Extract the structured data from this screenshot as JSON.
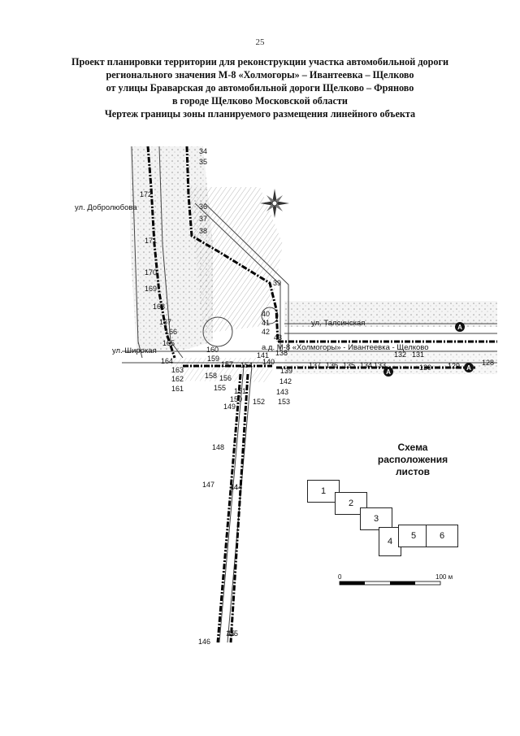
{
  "page_number": "25",
  "title_lines": [
    "Проект планировки территории для реконструкции участка автомобильной дороги",
    "регионального значения М-8 «Холмогоры» – Ивантеевка – Щелково",
    "от улицы Браварская до автомобильной дороги Щелково – Фряново",
    "в городе Щелково Московской области",
    "Чертеж границы зоны планируемого размещения линейного объекта"
  ],
  "streets": {
    "dobrolyubova": "ул. Добролюбова",
    "shirokaya": "ул. Широкая",
    "talsinskaya": "ул. Талсинская",
    "highway": "а.д. М-8 «Холмогоры» - Ивантеевка - Щелково"
  },
  "boundary_points": {
    "p34": "34",
    "p35": "35",
    "p36": "36",
    "p37": "37",
    "p38": "38",
    "p39": "39",
    "p40": "40",
    "p41": "41",
    "p42": "42",
    "p43": "43",
    "p44": "44",
    "p45": "45",
    "p128": "128",
    "p129": "129",
    "p130": "130",
    "p131": "131",
    "p132": "132",
    "p133": "133",
    "p134": "134",
    "p135": "135",
    "p136": "136",
    "p137": "137",
    "p138": "138",
    "p139": "139",
    "p140": "140",
    "p141": "141",
    "p142": "142",
    "p143": "143",
    "p144": "144",
    "p145": "145",
    "p146": "146",
    "p147": "147",
    "p148": "148",
    "p149": "149",
    "p150": "150",
    "p151": "151",
    "p152": "152",
    "p153": "153",
    "p154": "154",
    "p155": "155",
    "p156": "156",
    "p157": "157",
    "p158": "158",
    "p159": "159",
    "p160": "160",
    "p161": "161",
    "p162": "162",
    "p163": "163",
    "p164": "164",
    "p165": "165",
    "p166": "166",
    "p167": "167",
    "p168": "168",
    "p169": "169",
    "p170": "170",
    "p171": "171",
    "p172": "172"
  },
  "markers": {
    "a": "A"
  },
  "scheme": {
    "title_lines": [
      "Схема",
      "расположения",
      "листов"
    ],
    "sheets": [
      "1",
      "2",
      "3",
      "4",
      "5",
      "6"
    ]
  },
  "scale": {
    "start": "0",
    "end": "100 м"
  }
}
